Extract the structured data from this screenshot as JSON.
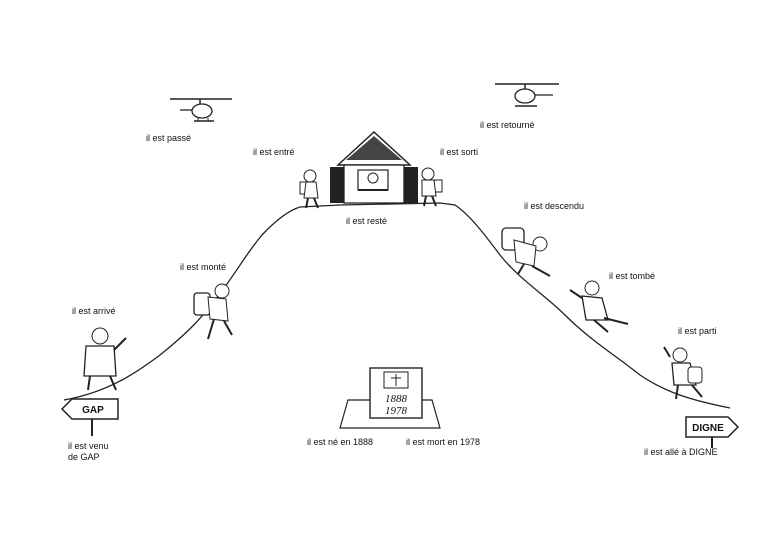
{
  "labels": {
    "passe": "il est passé",
    "entre": "il est entré",
    "sorti": "il est sorti",
    "reste": "il est resté",
    "retourne": "il est retourné",
    "descendu": "il est descendu",
    "monte": "il est monté",
    "arrive": "il est arrivé",
    "tombe": "il est tombé",
    "parti": "il est parti",
    "venu_line1": "il est venu",
    "venu_line2": "de GAP",
    "ne": "il est né en 1888",
    "mort": "il est mort en 1978",
    "alle": "il est allé à DIGNE"
  },
  "signs": {
    "left": "GAP",
    "right": "DIGNE"
  },
  "tombstone": {
    "year_born": "1888",
    "year_died": "1978"
  }
}
